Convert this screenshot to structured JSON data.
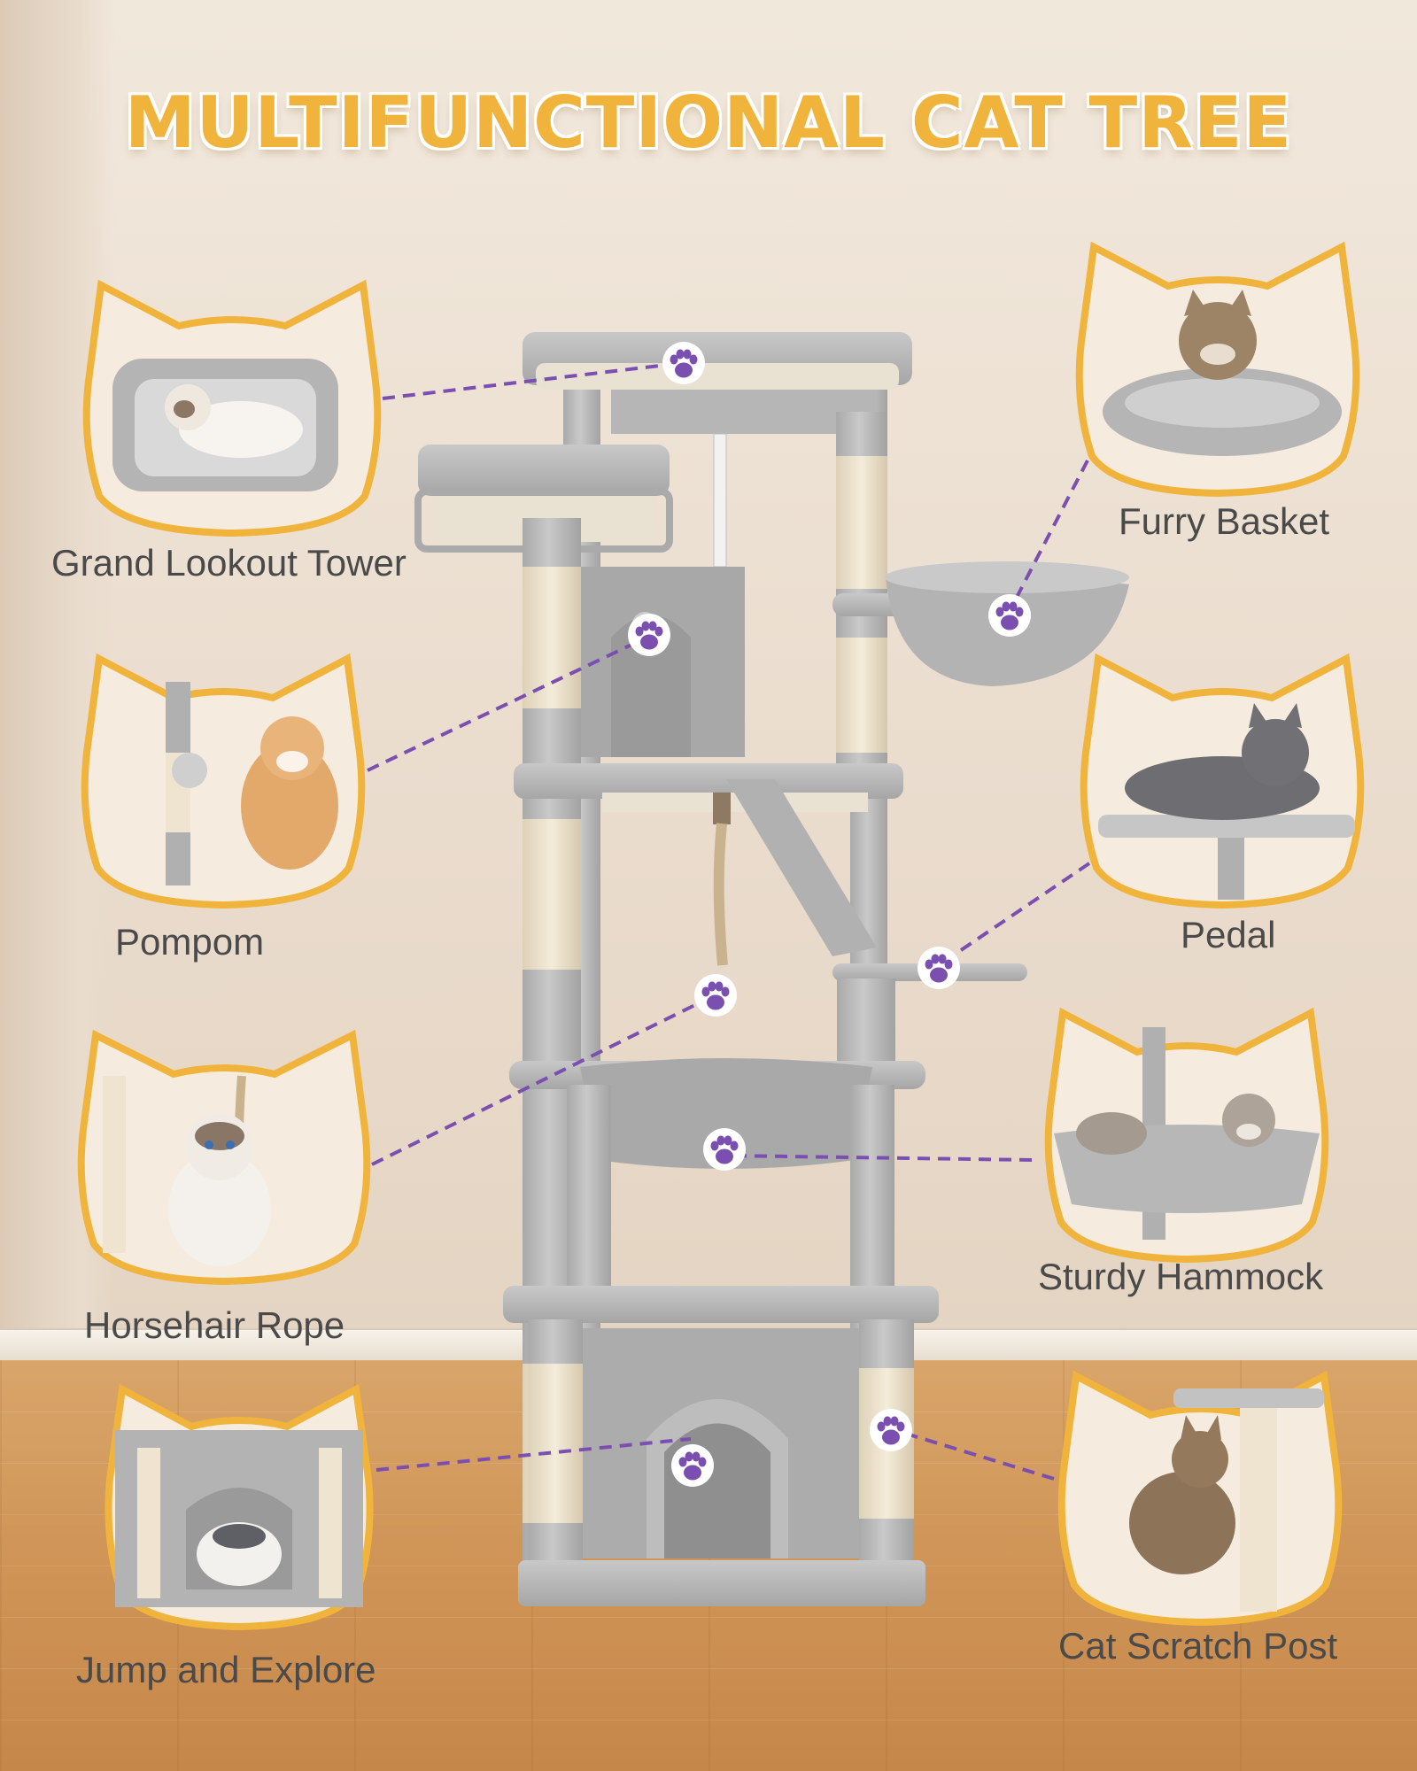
{
  "title": "MULTIFUNCTIONAL CAT TREE",
  "features": [
    {
      "label": "Grand Lookout Tower"
    },
    {
      "label": "Pompom"
    },
    {
      "label": "Horsehair Rope"
    },
    {
      "label": "Jump and Explore"
    },
    {
      "label": "Furry Basket"
    },
    {
      "label": "Pedal"
    },
    {
      "label": "Sturdy Hammock"
    },
    {
      "label": "Cat Scratch Post"
    }
  ],
  "colors": {
    "title": "#f0b43c",
    "frame_border": "#f0b43c",
    "paw": "#7b4fb0",
    "connector": "#7b4fb0",
    "tree_plush": "#b9b9b9",
    "sisal": "#eee4cf"
  },
  "icons": [
    "paw-print-icon",
    "cat-head-frame"
  ]
}
